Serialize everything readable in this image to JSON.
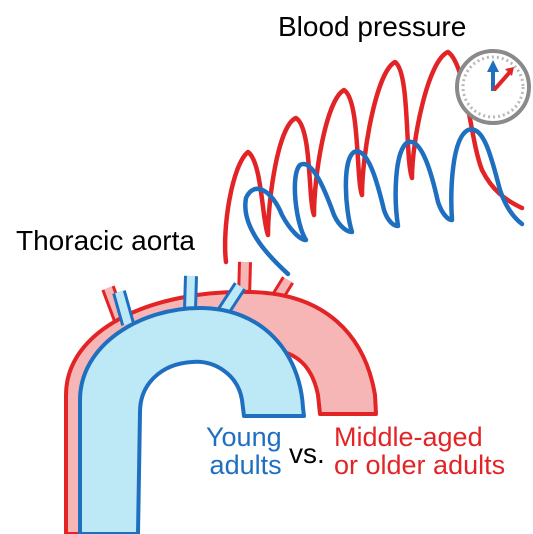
{
  "labels": {
    "blood_pressure": "Blood pressure",
    "thoracic_aorta": "Thoracic aorta",
    "young_line1": "Young",
    "young_line2": "adults",
    "vs": "vs.",
    "older_line1": "Middle-aged",
    "older_line2": "or older adults"
  },
  "icons": {
    "gauge": "pressure-gauge-icon"
  },
  "colors": {
    "young": "#1f6fc1",
    "older": "#e32427",
    "young_fill": "#bde8f6",
    "older_fill": "#f7b6b6"
  }
}
